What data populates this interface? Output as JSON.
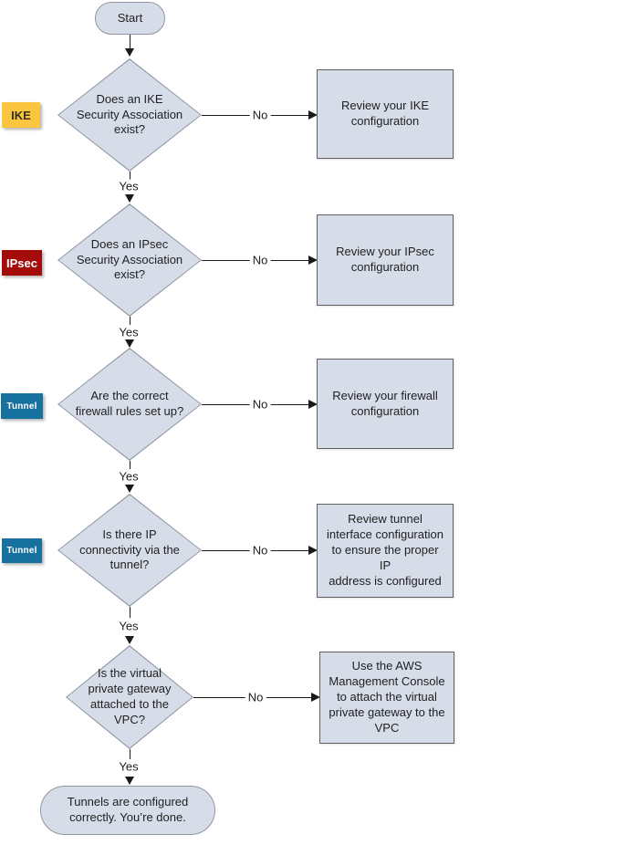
{
  "nodes": {
    "start": "Start",
    "end": "Tunnels are configured\ncorrectly. You’re done."
  },
  "edges": {
    "yes": "Yes",
    "no": "No"
  },
  "decisions": [
    {
      "tag": "IKE",
      "question": "Does an IKE\nSecurity Association\nexist?",
      "action": "Review your IKE\nconfiguration"
    },
    {
      "tag": "IPsec",
      "question": "Does an IPsec\nSecurity Association\nexist?",
      "action": "Review your IPsec\nconfiguration"
    },
    {
      "tag": "Tunnel",
      "question": "Are the correct\nfirewall rules set up?",
      "action": "Review your firewall\nconfiguration"
    },
    {
      "tag": "Tunnel",
      "question": "Is there IP\nconnectivity via the\ntunnel?",
      "action": "Review tunnel\ninterface configuration\nto ensure the proper IP\naddress is configured"
    },
    {
      "question": "Is the virtual\nprivate gateway\nattached to the\nVPC?",
      "action": "Use the AWS\nManagement Console\nto attach the virtual\nprivate gateway to the\nVPC"
    }
  ],
  "colors": {
    "node_fill": "#d6dde9",
    "node_border": "#8f96a4",
    "rect_border": "#606060",
    "arrow": "#1a1a1a",
    "text": "#1f1f1f",
    "tag_ike_bg": "#fcc53f",
    "tag_ike_text": "#33301c",
    "tag_ipsec_bg": "#a40c0c",
    "tag_ipsec_text": "#ffffff",
    "tag_tunnel_bg": "#17719f",
    "tag_tunnel_text": "#ffffff"
  }
}
